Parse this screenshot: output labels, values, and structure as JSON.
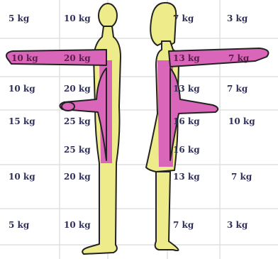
{
  "diagram": {
    "colors": {
      "grid": "#e0e0e0",
      "body_fill": "#eeeb8a",
      "lift_zone": "#d966b8",
      "outline": "#222222",
      "label_text": "#2f2f57"
    },
    "male": {
      "icon": "male-figure-side-view",
      "rows": [
        {
          "far": "5 kg",
          "near": "10 kg"
        },
        {
          "far": "10 kg",
          "near": "20 kg"
        },
        {
          "far": "10 kg",
          "near": "20 kg"
        },
        {
          "far": "15 kg",
          "near": "25 kg"
        },
        {
          "far": "",
          "near": "25 kg"
        },
        {
          "far": "10 kg",
          "near": "20 kg"
        },
        {
          "far": "5 kg",
          "near": "10 kg"
        }
      ]
    },
    "female": {
      "icon": "female-figure-side-view",
      "rows": [
        {
          "near": "7 kg",
          "far": "3 kg"
        },
        {
          "near": "13 kg",
          "far": "7 kg"
        },
        {
          "near": "13 kg",
          "far": "7 kg"
        },
        {
          "near": "16 kg",
          "far": "10 kg"
        },
        {
          "near": "16 kg",
          "far": ""
        },
        {
          "near": "13 kg",
          "far": "7 kg"
        },
        {
          "near": "7 kg",
          "far": "3 kg"
        }
      ]
    }
  }
}
